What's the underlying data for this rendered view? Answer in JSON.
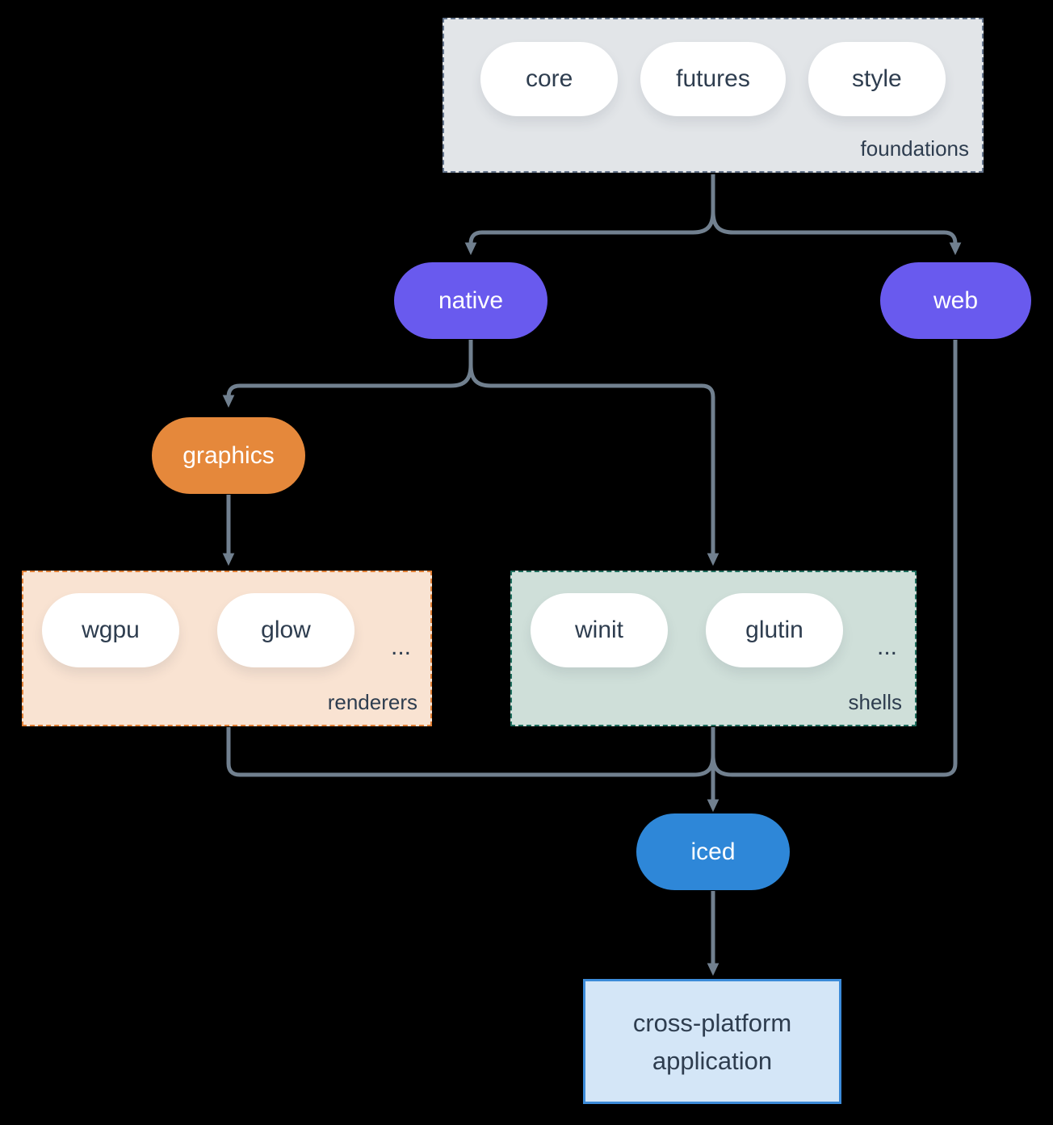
{
  "diagram": {
    "title_semantic": "iced ecosystem dependency diagram",
    "colors": {
      "background": "#000000",
      "connector": "#71808f",
      "dark_text": "#2e3d4f",
      "purple_node": "#695aee",
      "orange_node": "#e5883b",
      "blue_node": "#2e87d8",
      "foundations_fill": "#e2e5e8",
      "foundations_border": "#64748b",
      "renderers_fill": "#f9e3d2",
      "renderers_border": "#e07f35",
      "shells_fill": "#cfdfd9",
      "shells_border": "#1f6e5e",
      "application_fill": "#d4e6f7",
      "application_border": "#3c8bd9"
    },
    "groups": {
      "foundations": {
        "label": "foundations",
        "items": [
          "core",
          "futures",
          "style"
        ]
      },
      "renderers": {
        "label": "renderers",
        "items": [
          "wgpu",
          "glow"
        ],
        "ellipsis": "..."
      },
      "shells": {
        "label": "shells",
        "items": [
          "winit",
          "glutin"
        ],
        "ellipsis": "..."
      }
    },
    "nodes": {
      "native": {
        "label": "native"
      },
      "web": {
        "label": "web"
      },
      "graphics": {
        "label": "graphics"
      },
      "iced": {
        "label": "iced"
      },
      "application": {
        "line1": "cross-platform",
        "line2": "application"
      }
    },
    "edges": [
      {
        "from": "foundations",
        "to": "native"
      },
      {
        "from": "foundations",
        "to": "web"
      },
      {
        "from": "native",
        "to": "graphics"
      },
      {
        "from": "native",
        "to": "shells"
      },
      {
        "from": "graphics",
        "to": "renderers"
      },
      {
        "from": "renderers",
        "to": "iced"
      },
      {
        "from": "shells",
        "to": "iced"
      },
      {
        "from": "web",
        "to": "iced"
      },
      {
        "from": "iced",
        "to": "application"
      }
    ]
  }
}
